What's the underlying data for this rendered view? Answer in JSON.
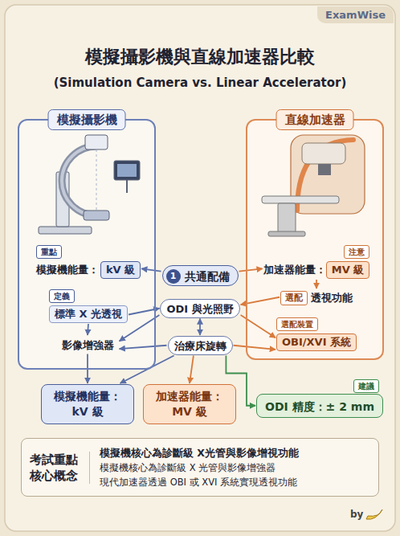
{
  "diagram": {
    "title": "模擬攝影機與直線加速器比較",
    "nodes": [
      {
        "text": [
          "模擬攝影機"
        ]
      },
      {
        "text": [
          "直線加速器"
        ]
      },
      {
        "text": [
          "重點",
          "模擬機能量：",
          "kV 級"
        ],
        "in": 0
      },
      {
        "text": [
          "定義",
          "標準 X 光透視"
        ],
        "in": 0
      },
      {
        "text": [
          "影像增強器"
        ],
        "in": 0
      },
      {
        "text": [
          "注意",
          "加速器能量：",
          "MV 級"
        ],
        "in": 1
      },
      {
        "text": [
          "選配",
          "透視功能"
        ],
        "in": 1
      },
      {
        "text": [
          "選配裝置",
          "OBI/XVI 系統"
        ],
        "in": 1
      },
      {
        "text": [
          "1",
          "共通配備"
        ]
      },
      {
        "text": [
          "ODI 與光照野"
        ]
      },
      {
        "text": [
          "治療床旋轉"
        ]
      },
      {
        "text": [
          "模擬機能量： kV 級"
        ]
      },
      {
        "text": [
          "加速器能量： MV 級"
        ]
      },
      {
        "text": [
          "建議",
          "ODI 精度：± 2 mm"
        ]
      },
      {
        "text": [
          "考試重點 核心概念",
          "模擬機核心為診斷級 X光管與影像增視功能",
          "模擬機核心為診斷級 X 光管與影像增強器",
          "現代加速器透過 OBI 或 XVI 系統實現透視功能"
        ]
      }
    ],
    "edges": [
      {
        "from": 8,
        "to": 2,
        "arrow": "to"
      },
      {
        "from": 8,
        "to": 5,
        "arrow": "to"
      },
      {
        "from": 5,
        "to": 6,
        "arrow": "to"
      },
      {
        "from": 6,
        "to": 9,
        "arrow": "to"
      },
      {
        "from": 3,
        "to": 9,
        "arrow": "to"
      },
      {
        "from": 3,
        "to": 4,
        "arrow": "to"
      },
      {
        "from": 9,
        "to": 4,
        "arrow": "to"
      },
      {
        "from": 9,
        "to": 10,
        "arrow": "both"
      },
      {
        "from": 10,
        "to": 4,
        "arrow": "to"
      },
      {
        "from": 9,
        "to": 7,
        "arrow": "to"
      },
      {
        "from": 10,
        "to": 7,
        "arrow": "to"
      },
      {
        "from": 4,
        "to": 11,
        "arrow": "to"
      },
      {
        "from": 10,
        "to": 11,
        "arrow": "to"
      },
      {
        "from": 10,
        "to": 12,
        "arrow": "to"
      },
      {
        "from": 10,
        "to": 13,
        "arrow": "to"
      }
    ],
    "labels": [
      "ExamWise",
      "(Simulation Camera vs. Linear Accelerator)",
      "by"
    ]
  }
}
